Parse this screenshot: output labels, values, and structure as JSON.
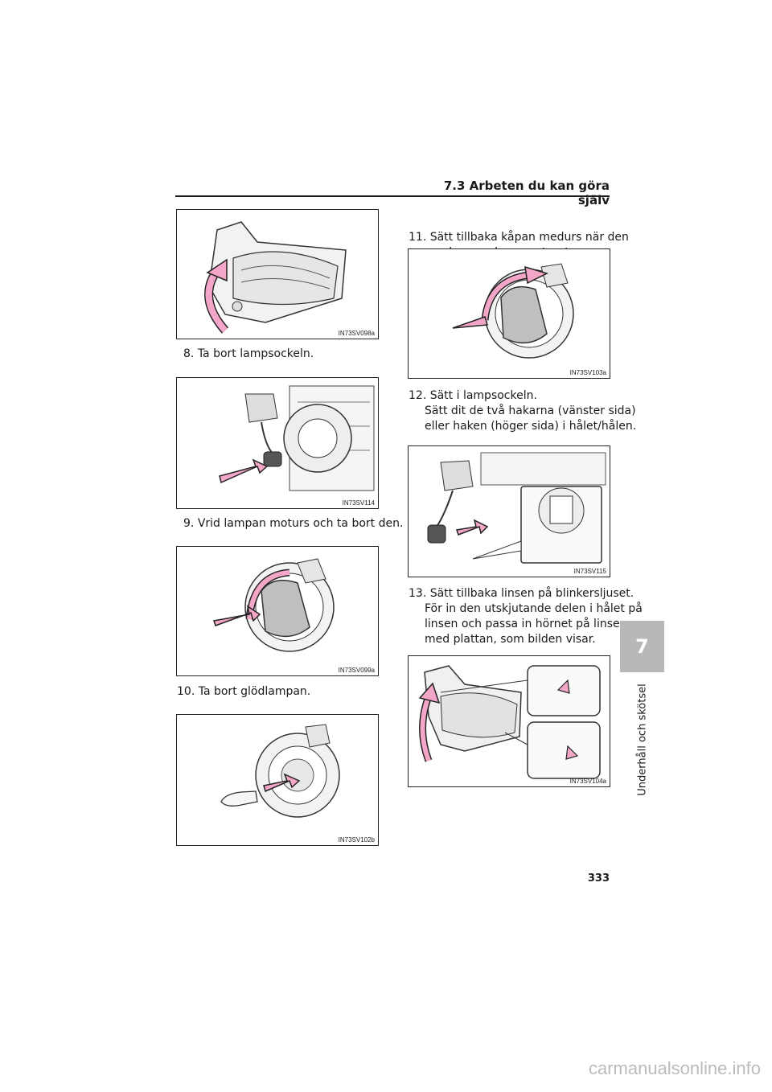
{
  "header": {
    "section_title": "7.3  Arbeten du kan göra själv"
  },
  "figures": {
    "fig1": "IN73SV098a",
    "fig2": "IN73SV114",
    "fig3": "IN73SV099a",
    "fig4": "IN73SV102b",
    "fig5": "IN73SV103a",
    "fig6": "IN73SV115",
    "fig7": "IN73SV104a"
  },
  "steps": {
    "s8": {
      "num": "8.",
      "text": "Ta bort lampsockeln."
    },
    "s9": {
      "num": "9.",
      "text": "Vrid lampan moturs och ta bort den."
    },
    "s10": {
      "num": "10.",
      "text": "Ta bort glödlampan."
    },
    "s11": {
      "num": "11.",
      "line1": "Sätt tillbaka kåpan medurs när den",
      "line2": "nya lampan har monterats."
    },
    "s12": {
      "num": "12.",
      "text": "Sätt i lampsockeln.",
      "sub1": "Sätt dit de två hakarna (vänster sida)",
      "sub2": "eller haken (höger sida) i hålet/hålen."
    },
    "s13": {
      "num": "13.",
      "text": "Sätt tillbaka linsen på blinkersljuset.",
      "sub1": "För in den utskjutande delen i hålet på",
      "sub2": "linsen och passa in hörnet på linsen",
      "sub3": "med plattan, som bilden visar."
    }
  },
  "sidebar": {
    "chapter_number": "7",
    "chapter_title": "Underhåll och skötsel"
  },
  "page_number": "333",
  "footer": {
    "watermark": "carmanualsonline.info"
  },
  "colors": {
    "arrow_pink": "#f4a6c8",
    "arrow_outline": "#222222",
    "tab_gray": "#b8b8b8"
  }
}
